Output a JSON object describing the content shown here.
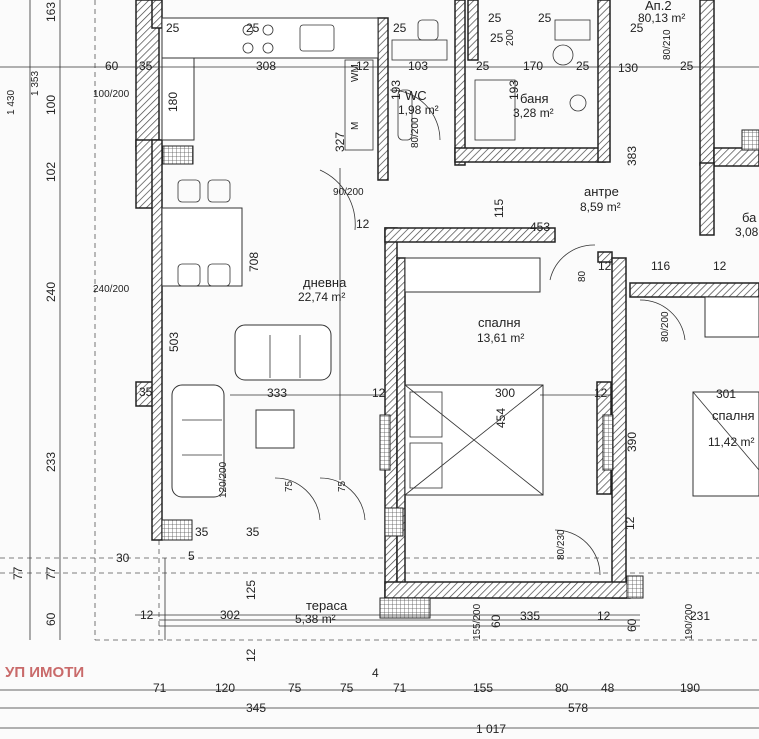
{
  "apartment": {
    "label": "Ап.2",
    "area": "80,13 m²"
  },
  "rooms": {
    "wc": {
      "name": "WC",
      "area": "1,98 m²"
    },
    "bath": {
      "name": "баня",
      "area": "3,28 m²"
    },
    "hall": {
      "name": "антре",
      "area": "8,59 m²"
    },
    "living": {
      "name": "дневна",
      "area": "22,74 m²"
    },
    "bedroom1": {
      "name": "спалня",
      "area": "13,61 m²"
    },
    "bedroom2": {
      "name": "спалня",
      "area": "11,42 m²"
    },
    "terrace": {
      "name": "тераса",
      "area": "5,38 m²"
    },
    "bath2_partial": {
      "name": "ба",
      "area": "3,08"
    }
  },
  "fixtures": {
    "wm": "WM",
    "m": "M"
  },
  "watermark": "УП ИМОТИ",
  "floor_number": "4",
  "dimensions": {
    "top": [
      "25",
      "25",
      "25",
      "25",
      "25",
      "25",
      "200",
      "25"
    ],
    "row2": [
      "60",
      "35",
      "308",
      "12",
      "103",
      "25",
      "170",
      "25",
      "130",
      "25"
    ],
    "openings": [
      "100/200",
      "240/200",
      "90/200",
      "80/200",
      "80",
      "80/200",
      "75",
      "75",
      "120/200",
      "80/230",
      "155/200",
      "190/200",
      "80/210"
    ],
    "interior": [
      "180",
      "327",
      "193",
      "193",
      "115",
      "383",
      "453",
      "12",
      "116",
      "12",
      "12",
      "708",
      "503",
      "333",
      "12",
      "300",
      "12",
      "301",
      "454",
      "390",
      "35",
      "35",
      "35",
      "125",
      "302",
      "335",
      "12",
      "12",
      "231",
      "60",
      "60",
      "12",
      "12",
      "30",
      "5"
    ],
    "left": [
      "1 353",
      "1 430",
      "100",
      "102",
      "240",
      "233",
      "77",
      "77",
      "60",
      "163"
    ],
    "bottom": [
      "71",
      "120",
      "75",
      "75",
      "71",
      "155",
      "80",
      "48",
      "190"
    ],
    "bottom_totals": [
      "345",
      "578",
      "1 017"
    ]
  }
}
